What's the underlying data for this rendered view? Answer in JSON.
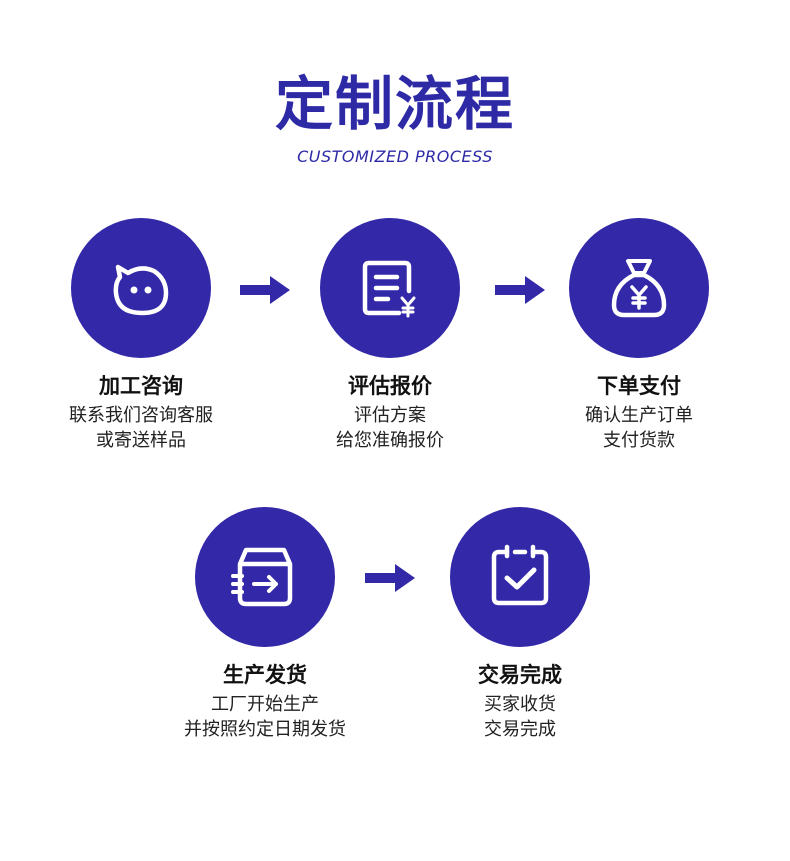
{
  "header": {
    "title": "定制流程",
    "subtitle": "CUSTOMIZED PROCESS"
  },
  "colors": {
    "brand": "#3228a8",
    "title": "#2e2aa6",
    "text": "#111111"
  },
  "steps": [
    {
      "icon": "chat-face-icon",
      "title": "加工咨询",
      "desc_lines": [
        "联系我们咨询客服",
        "或寄送样品"
      ]
    },
    {
      "icon": "quote-document-icon",
      "title": "评估报价",
      "desc_lines": [
        "评估方案",
        "给您准确报价"
      ]
    },
    {
      "icon": "money-bag-icon",
      "title": "下单支付",
      "desc_lines": [
        "确认生产订单",
        "支付货款"
      ]
    },
    {
      "icon": "shipping-box-icon",
      "title": "生产发货",
      "desc_lines": [
        "工厂开始生产",
        "并按照约定日期发货"
      ]
    },
    {
      "icon": "checkbox-done-icon",
      "title": "交易完成",
      "desc_lines": [
        "买家收货",
        "交易完成"
      ]
    }
  ]
}
